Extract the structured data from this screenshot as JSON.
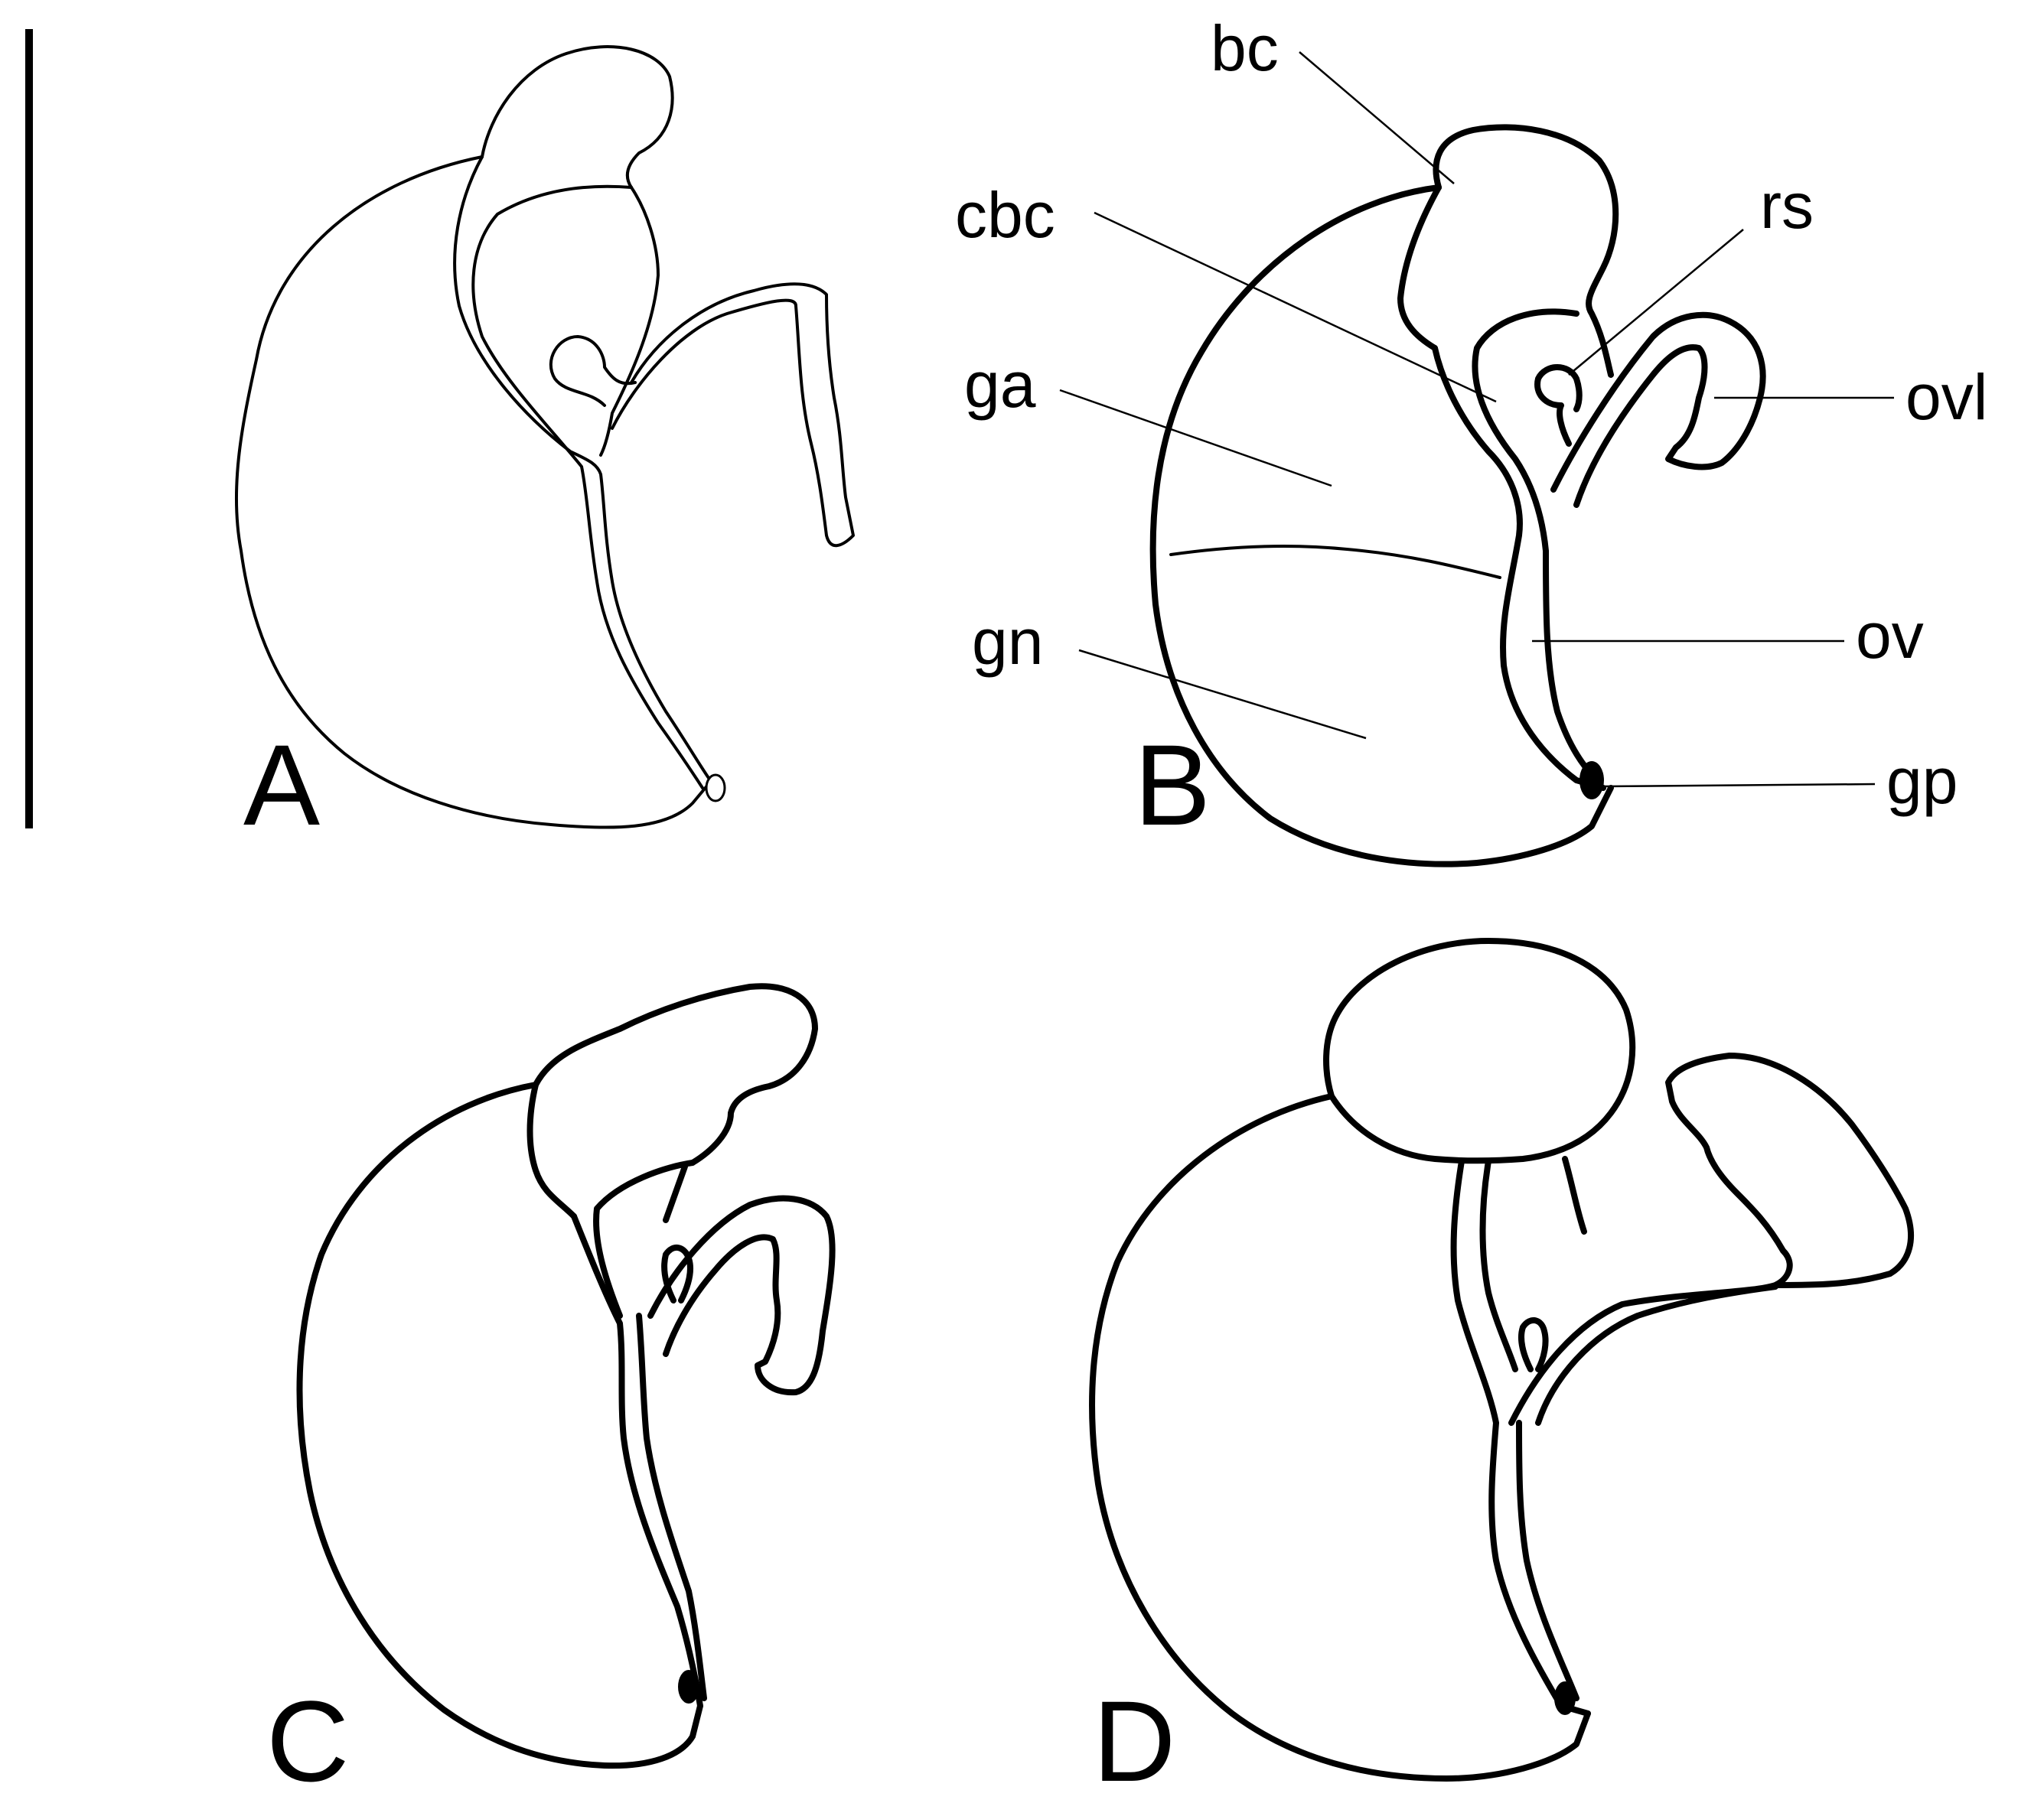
{
  "panels": {
    "a": {
      "letter": "A"
    },
    "b": {
      "letter": "B"
    },
    "c": {
      "letter": "C"
    },
    "d": {
      "letter": "D"
    }
  },
  "labels": {
    "bc": "bc",
    "cbc": "cbc",
    "rs": "rs",
    "ga": "ga",
    "ovl": "ovl",
    "ov": "ov",
    "gn": "gn",
    "gp": "gp"
  },
  "colors": {
    "line": "#000000",
    "background": "#ffffff"
  }
}
